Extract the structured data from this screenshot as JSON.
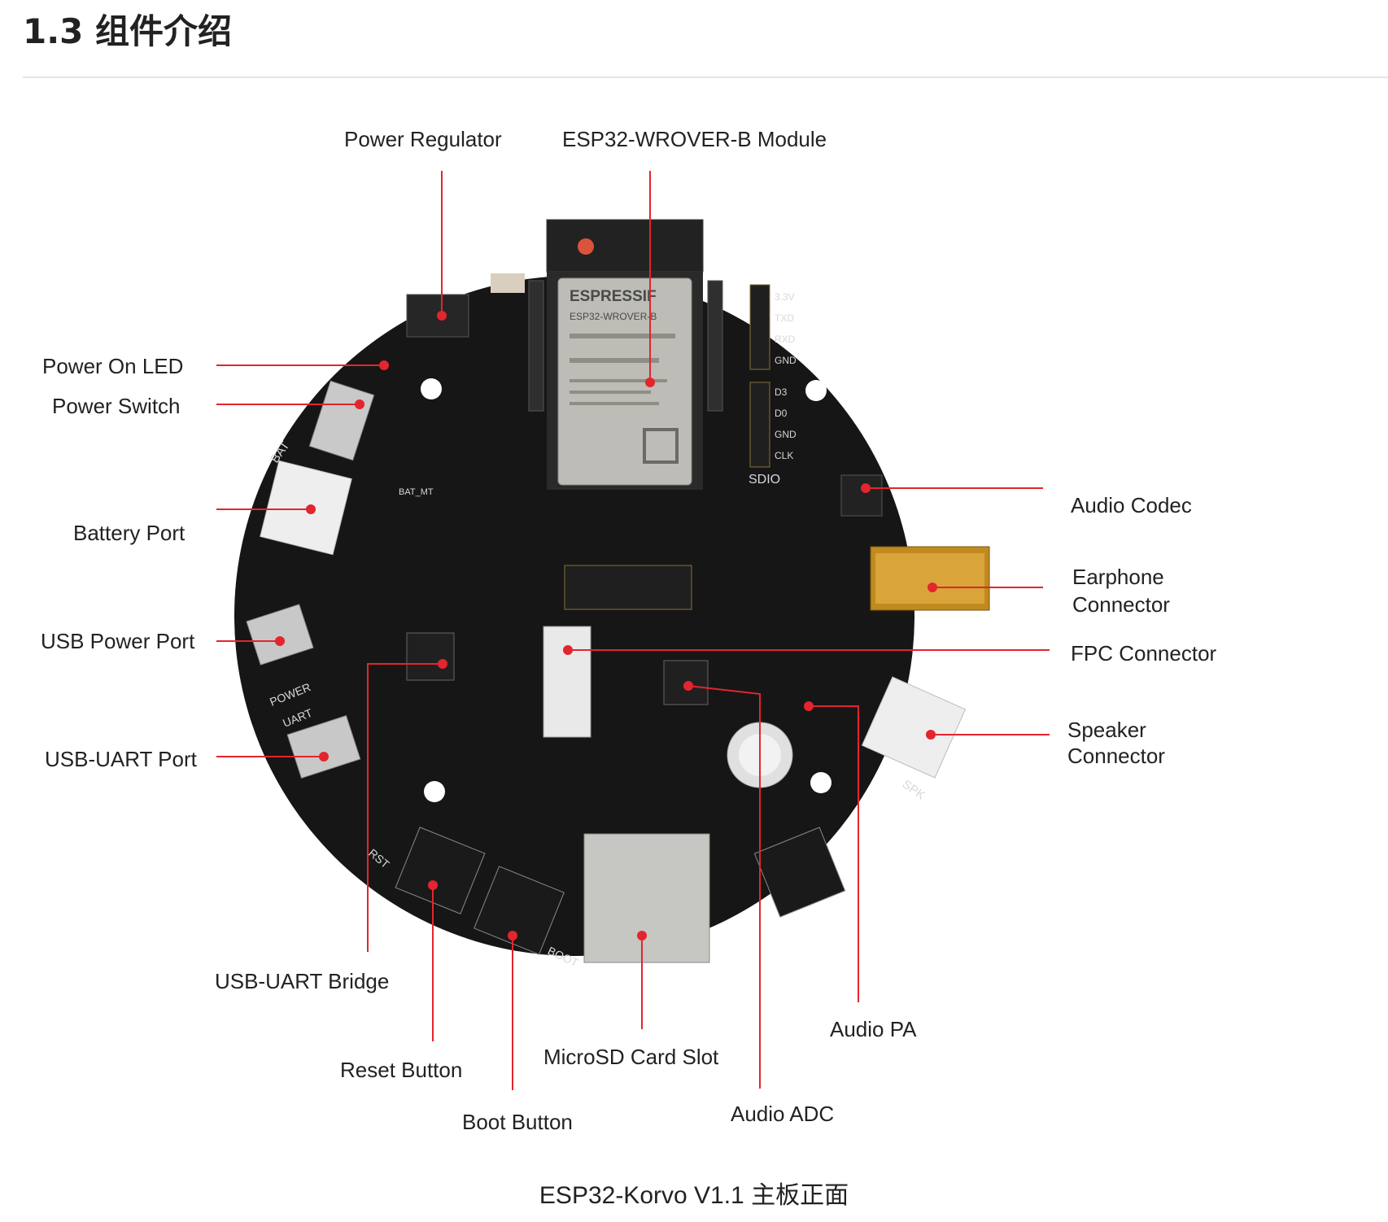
{
  "section": {
    "heading": "1.3 组件介绍"
  },
  "figure": {
    "caption": "ESP32-Korvo V1.1 主板正面",
    "accent_color": "#e3252e",
    "board_color": "#161616",
    "labels": {
      "power_regulator": "Power Regulator",
      "esp32_module": "ESP32-WROVER-B Module",
      "power_on_led": "Power On LED",
      "power_switch": "Power Switch",
      "battery_port": "Battery Port",
      "usb_power_port": "USB Power Port",
      "usb_uart_port": "USB-UART Port",
      "audio_codec": "Audio Codec",
      "earphone_connector_1": "Earphone",
      "earphone_connector_2": "Connector",
      "fpc_connector": "FPC Connector",
      "speaker_connector_1": "Speaker",
      "speaker_connector_2": "Connector",
      "usb_uart_bridge": "USB-UART Bridge",
      "reset_button": "Reset Button",
      "boot_button": "Boot Button",
      "microsd_card_slot": "MicroSD Card Slot",
      "audio_adc": "Audio ADC",
      "audio_pa": "Audio PA"
    },
    "silkscreen": {
      "module_brand": "ESPRESSIF",
      "module_model": "ESP32-WROVER-B",
      "pin_33v": "3.3V",
      "pin_txd": "TXD",
      "pin_rxd": "RXD",
      "pin_gnd": "GND",
      "pin_d3": "D3",
      "pin_d0": "D0",
      "pin_gnd2": "GND",
      "pin_clk": "CLK",
      "sdio": "SDIO",
      "bat": "BAT",
      "bat_mt": "BAT_MT",
      "power": "POWER",
      "uart": "UART",
      "rst": "RST",
      "boot": "BOOT",
      "spk": "SPK"
    }
  }
}
